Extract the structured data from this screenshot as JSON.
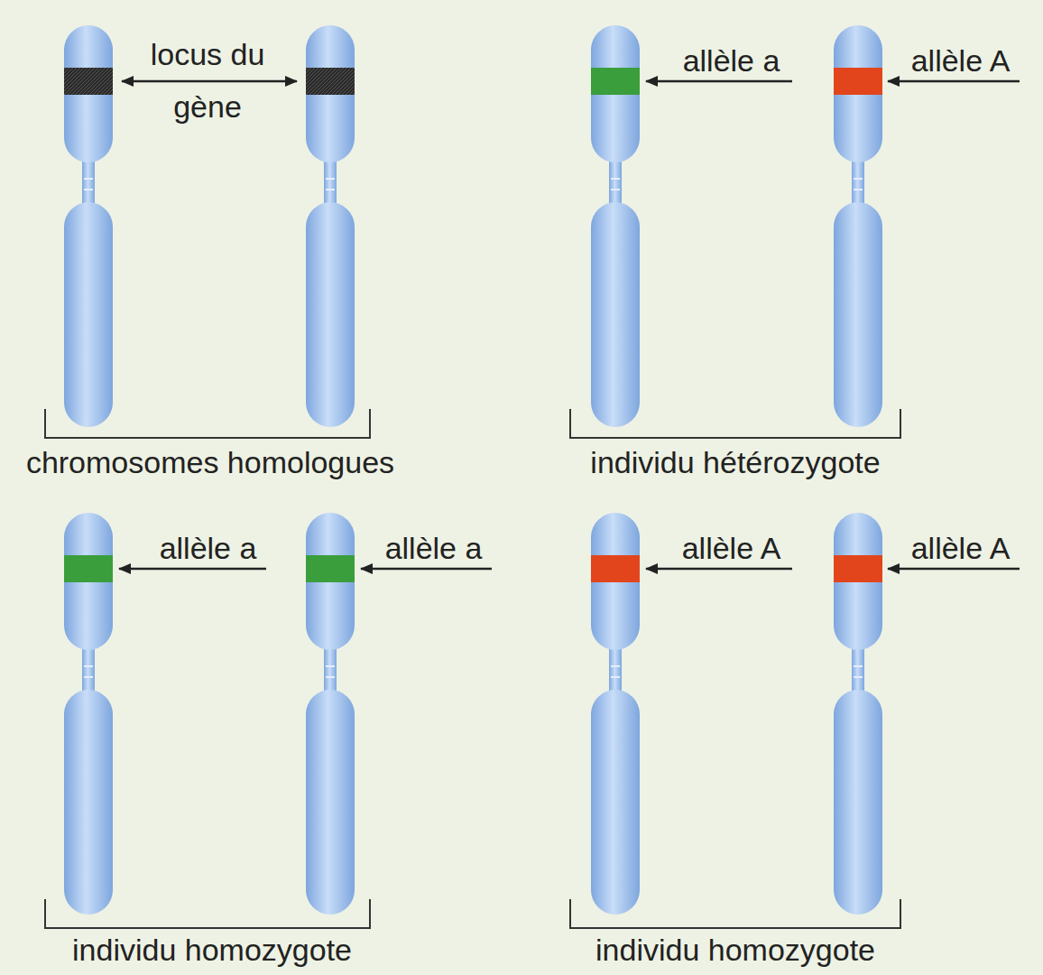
{
  "diagram": {
    "labels": [
      "locus du gène",
      "allèle a",
      "allèle A",
      "chromosomes homologues",
      "individu hétérozygote",
      "allèle a",
      "allèle a",
      "allèle A",
      "allèle A",
      "individu homozygote",
      "individu homozygote"
    ]
  }
}
